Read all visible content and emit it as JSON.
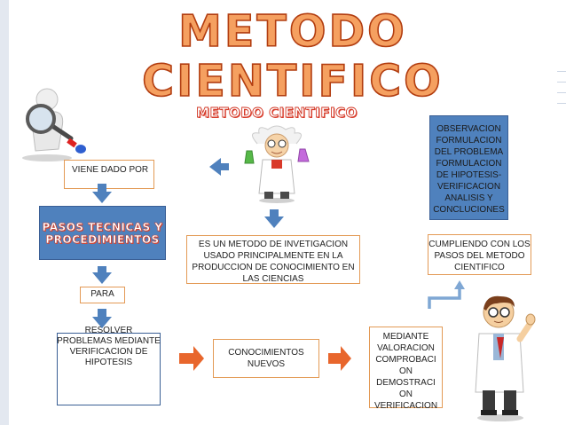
{
  "title": "METODO CIENTIFICO",
  "subtitle": "METODO CIENTIFICO",
  "boxes": {
    "viene_dado_por": "VIENE DADO POR",
    "pasos": "PASOS TECNICAS Y PROCEDIMIENTOS",
    "para": "PARA",
    "resolver": "RESOLVER PROBLEMAS MEDIANTE VERIFICACION DE HIPOTESIS",
    "es_un_metodo": "ES UN METODO DE INVETIGACION USADO PRINCIPALMENTE EN LA PRODUCCION DE CONOCIMIENTO EN LAS CIENCIAS",
    "conocimientos": "CONOCIMIENTOS NUEVOS",
    "mediante": "MEDIANTE VALORACION COMPROBACI ON DEMOSTRACI ON VERIFICACION",
    "observacion": "OBSERVACION FORMULACION DEL PROBLEMA FORMULACION DE HIPOTESIS-VERIFICACION ANALISIS Y CONCLUCIONES",
    "cumpliendo": "CUMPLIENDO CON LOS PASOS DEL METODO CIENTIFICO"
  },
  "colors": {
    "title_fill": "#f5a060",
    "title_stroke": "#b23d10",
    "box_border": "#e39a55",
    "blue_fill": "#4f81bd",
    "arrow_blue": "#4f81bd",
    "arrow_orange": "#e8662c"
  },
  "icons": [
    "magnifier-figure-icon",
    "scientist-icon",
    "doctor-icon"
  ]
}
